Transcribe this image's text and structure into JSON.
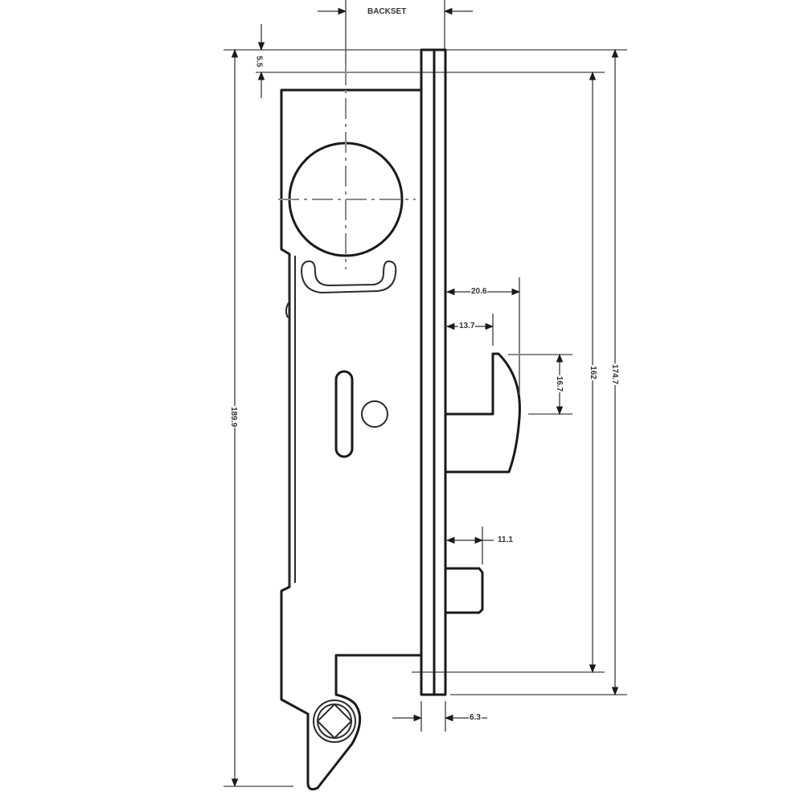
{
  "drawing": {
    "title": "Mortise lock technical drawing (side elevation)",
    "units": "mm",
    "colors": {
      "line": "#1a1a1a",
      "dimension": "#8a8a8a",
      "background": "#ffffff"
    },
    "components": [
      {
        "name": "lock-case"
      },
      {
        "name": "faceplate"
      },
      {
        "name": "spindle-hub"
      },
      {
        "name": "handle-slot"
      },
      {
        "name": "keyhole-slot"
      },
      {
        "name": "screw-hole"
      },
      {
        "name": "latch-bolt"
      },
      {
        "name": "deadbolt"
      },
      {
        "name": "cylinder-cam-square"
      }
    ]
  },
  "dimensions": {
    "backset": "BACKSET",
    "top_offset": "5.5",
    "overall_height": "189.9",
    "latch_projection_outer": "20.6",
    "latch_projection_inner": "13.7",
    "latch_height": "16.7",
    "faceplate_inner_height": "162",
    "faceplate_outer_height": "174.7",
    "deadbolt_projection": "11.1",
    "faceplate_thickness": "6.3"
  }
}
